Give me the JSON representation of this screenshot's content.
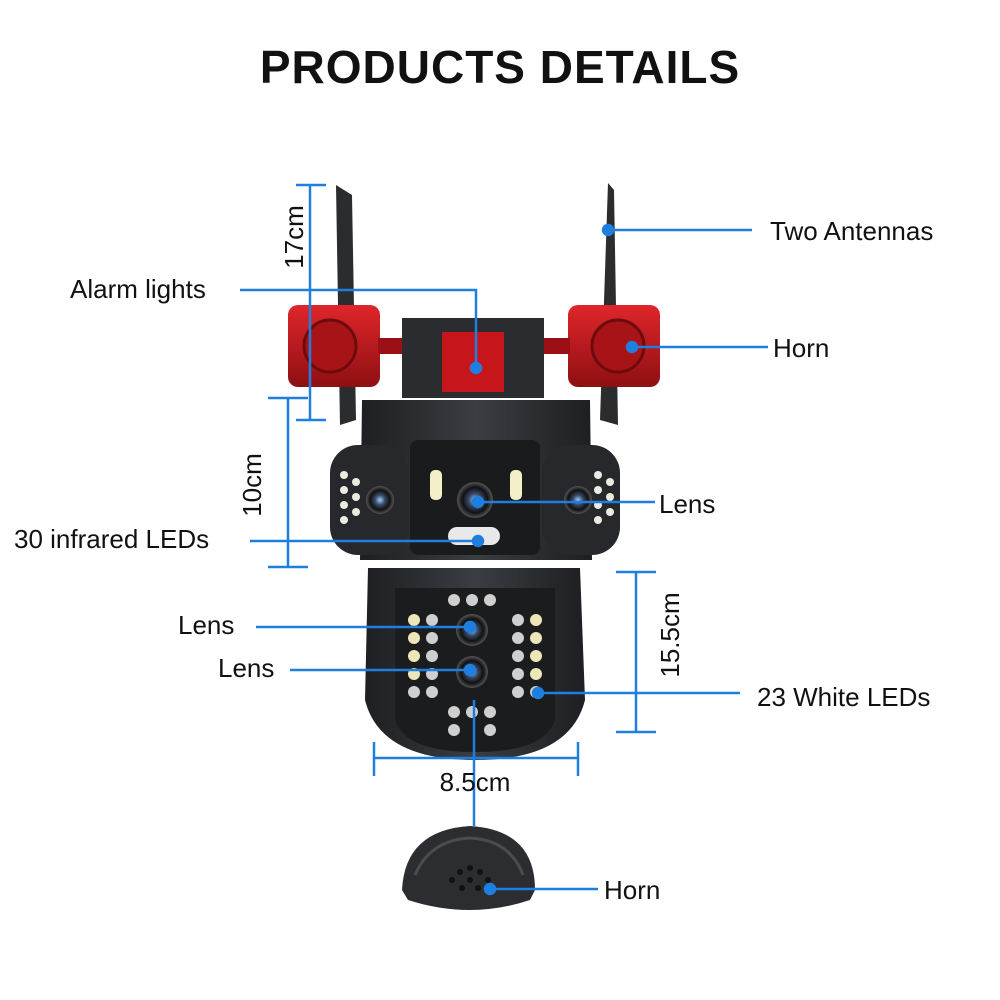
{
  "title": "PRODUCTS DETAILS",
  "callouts": {
    "two_antennas": "Two Antennas",
    "alarm_lights": "Alarm lights",
    "horn_top": "Horn",
    "lens_upper": "Lens",
    "infrared_leds": "30 infrared LEDs",
    "lens_lower_1": "Lens",
    "lens_lower_2": "Lens",
    "white_leds": "23 White LEDs",
    "horn_bottom": "Horn"
  },
  "dimensions": {
    "antenna_height": "17cm",
    "upper_body_height": "10cm",
    "lower_body_height": "15.5cm",
    "body_width": "8.5cm"
  },
  "colors": {
    "callout_line": "#1f7fe0",
    "camera_body": "#2e3033",
    "horn_red": "#c0161b"
  }
}
